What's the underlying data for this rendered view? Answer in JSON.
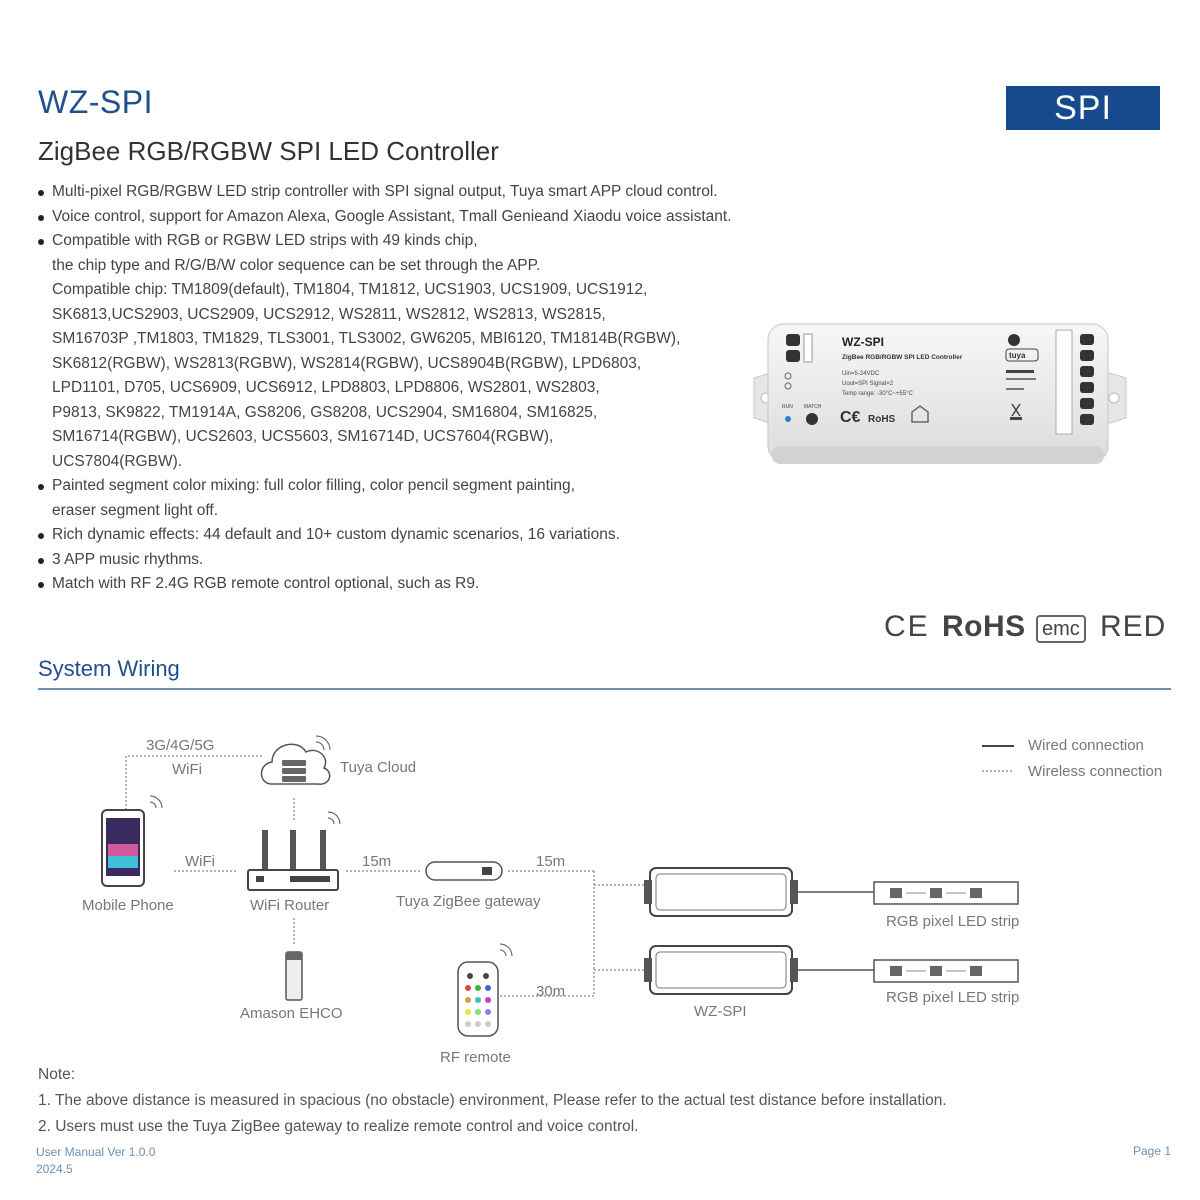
{
  "header": {
    "title": "WZ-SPI",
    "subtitle": "ZigBee RGB/RGBW SPI LED Controller",
    "badge": "SPI"
  },
  "features": [
    {
      "lines": [
        "Multi-pixel RGB/RGBW LED strip controller with SPI signal output, Tuya smart APP cloud control."
      ]
    },
    {
      "lines": [
        "Voice control, support for Amazon Alexa, Google Assistant, Tmall Genieand Xiaodu voice assistant."
      ]
    },
    {
      "lines": [
        "Compatible with RGB or RGBW LED strips with 49 kinds chip,",
        "the chip type and R/G/B/W color sequence can be set through the APP.",
        "Compatible chip: TM1809(default), TM1804, TM1812, UCS1903, UCS1909, UCS1912,",
        "SK6813,UCS2903, UCS2909, UCS2912, WS2811, WS2812, WS2813, WS2815,",
        "SM16703P ,TM1803, TM1829, TLS3001, TLS3002, GW6205, MBI6120, TM1814B(RGBW),",
        "SK6812(RGBW), WS2813(RGBW), WS2814(RGBW), UCS8904B(RGBW), LPD6803,",
        "LPD1101, D705, UCS6909, UCS6912, LPD8803, LPD8806, WS2801, WS2803,",
        "P9813, SK9822, TM1914A, GS8206, GS8208, UCS2904, SM16804, SM16825,",
        "SM16714(RGBW), UCS2603, UCS5603, SM16714D, UCS7604(RGBW),",
        "UCS7804(RGBW)."
      ]
    },
    {
      "lines": [
        "Painted segment color mixing: full color filling, color pencil segment painting,",
        "eraser segment light off."
      ]
    },
    {
      "lines": [
        "Rich dynamic effects: 44 default and 10+ custom dynamic scenarios, 16 variations."
      ]
    },
    {
      "lines": [
        "3 APP music rhythms."
      ]
    },
    {
      "lines": [
        "Match with RF 2.4G RGB remote control optional, such as R9."
      ]
    }
  ],
  "product": {
    "model": "WZ-SPI",
    "description": "ZigBee RGB/RGBW SPI LED Controller",
    "brand": "tuya",
    "specs": [
      "Uin=5-24VDC",
      "Uout=SPI Signal×2",
      "Temp range: -30°C~+55°C"
    ],
    "cert": "RoHS",
    "buttons": [
      "RUN",
      "MATCH"
    ]
  },
  "certifications": {
    "ce": "CE",
    "rohs": "RoHS",
    "emc": "emc",
    "red": "RED"
  },
  "wiring": {
    "title": "System Wiring",
    "labels": {
      "network": "3G/4G/5G",
      "wifi_top": "WiFi",
      "cloud": "Tuya Cloud",
      "wifi_mid": "WiFi",
      "phone": "Mobile Phone",
      "router": "WiFi Router",
      "dist_1": "15m",
      "gateway": "Tuya ZigBee gateway",
      "dist_2": "15m",
      "echo": "Amason EHCO",
      "dist_3": "30m",
      "remote": "RF remote",
      "controller": "WZ-SPI",
      "strip_1": "RGB pixel LED strip",
      "strip_2": "RGB pixel LED strip"
    },
    "legend": {
      "wired": "Wired connection",
      "wireless": "Wireless connection"
    }
  },
  "notes": {
    "heading": "Note:",
    "items": [
      "1. The above distance is measured in spacious (no obstacle) environment, Please refer to the actual test distance before installation.",
      "2. Users must use the Tuya ZigBee gateway to realize remote control and voice control."
    ]
  },
  "footer": {
    "manual": "User Manual Ver 1.0.0",
    "date": "2024.5",
    "page": "Page 1"
  }
}
